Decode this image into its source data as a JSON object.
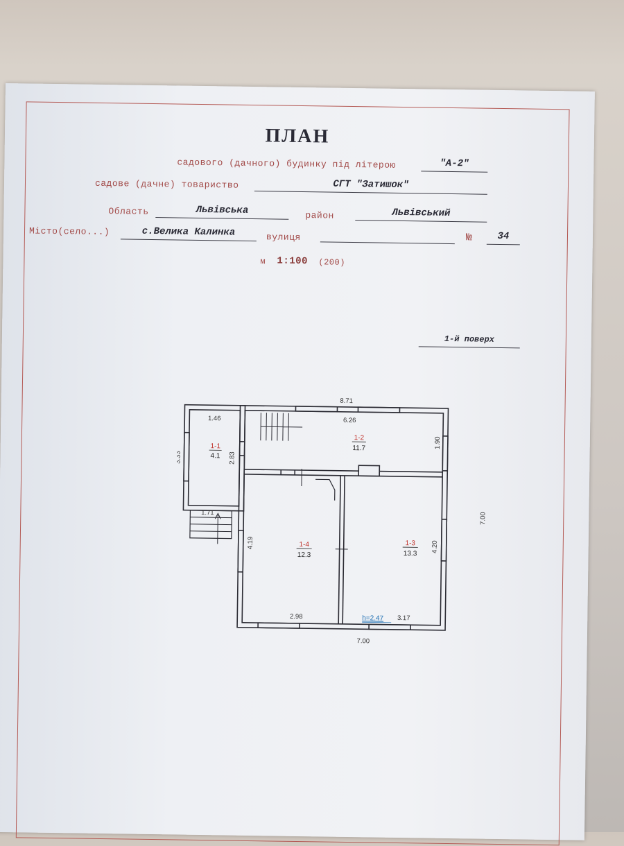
{
  "title": "ПЛАН",
  "header": {
    "building_label": "садового (дачного) будинку під літерою",
    "building_letter": "\"А-2\"",
    "society_label": "садове (дачне) товариство",
    "society_value": "СГТ \"Затишок\"",
    "oblast_label": "Область",
    "oblast_value": "Львівська",
    "district_label": "район",
    "district_value": "Львівський",
    "city_label": "Місто(село...)",
    "city_value": "с.Велика Калинка",
    "street_label": "вулиця",
    "street_value": "",
    "number_label": "№",
    "number_value": "34"
  },
  "scale": {
    "prefix": "м",
    "ratio": "1:100",
    "alt": "(200)"
  },
  "floor_label": "1-й поверх",
  "plan": {
    "dimensions": {
      "overall_top": "8.71",
      "overall_right": "7.00",
      "overall_bottom": "7.00",
      "left_height": "3.33",
      "room_1_1_width": "1.46",
      "room_1_1_height": "2.83",
      "porch_width": "1.71",
      "room_1_2_width": "6.26",
      "room_1_2_height": "1.90",
      "room_1_4_height": "4.19",
      "room_1_4_width": "2.98",
      "room_1_3_height": "4.20",
      "room_1_3_width": "3.17"
    },
    "rooms": [
      {
        "id": "1-1",
        "area": "4.1"
      },
      {
        "id": "1-2",
        "area": "11.7"
      },
      {
        "id": "1-3",
        "area": "13.3"
      },
      {
        "id": "1-4",
        "area": "12.3"
      }
    ],
    "ceiling_height": "h=2.47"
  }
}
